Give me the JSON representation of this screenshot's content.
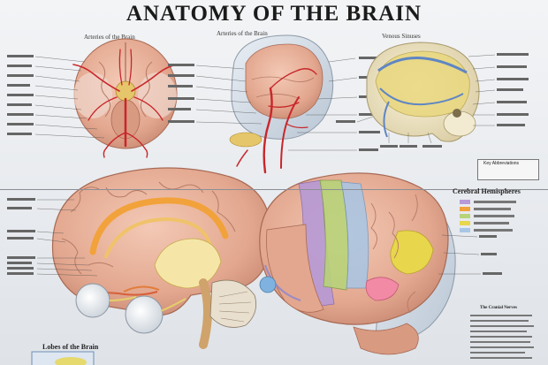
{
  "poster": {
    "title": "ANATOMY OF THE BRAIN",
    "panels": {
      "arteries_base": "Arteries of the Brain",
      "arteries_side": "Arteries of the Brain",
      "venous": "Venous Sinuses"
    },
    "cerebral_hemispheres": "Cerebral Hemispheres",
    "lobes": "Lobes of the Brain",
    "key_abbreviations": "Key Abbreviations",
    "cranial_nerves": "The Cranial Nerves"
  },
  "colors": {
    "brain_pink": "#e8b39b",
    "brain_shadow": "#c98a73",
    "artery_red": "#c8262a",
    "skull_bone": "#efe7c8",
    "venous_blue": "#7fa7d6",
    "lobe_purple": "#b79ad6",
    "lobe_green": "#b8d37a",
    "lobe_yellow": "#e8d64c",
    "corpus_orange": "#f2a23a"
  }
}
